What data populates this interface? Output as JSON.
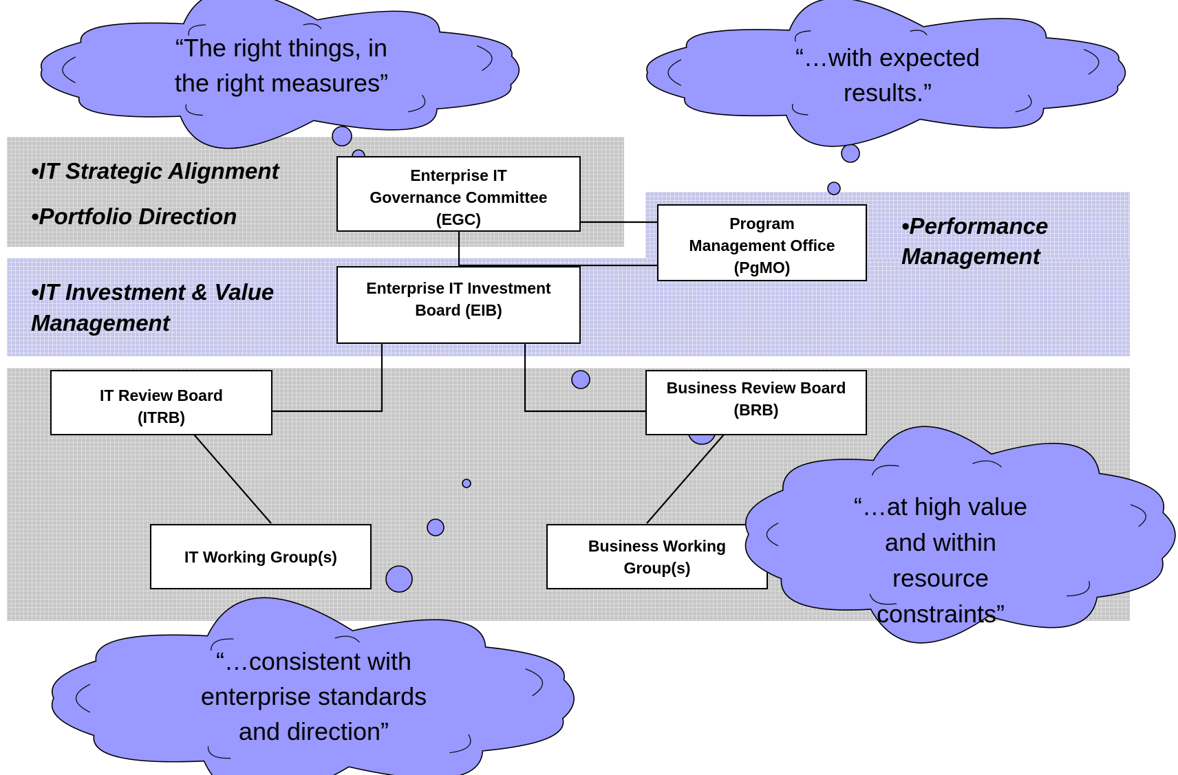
{
  "bands": {
    "strategic": {
      "line1": "•IT Strategic Alignment",
      "line2": "•Portfolio Direction"
    },
    "investment": {
      "line1": "•IT Investment  & Value",
      "line2": "Management"
    },
    "performance": {
      "line1": "•Performance",
      "line2": "Management"
    }
  },
  "nodes": {
    "egc": [
      "Enterprise IT",
      "Governance Committee",
      "(EGC)"
    ],
    "pgmo": [
      "Program",
      "Management Office",
      "(PgMO)"
    ],
    "eib": [
      "Enterprise IT Investment",
      "Board (EIB)"
    ],
    "itrb": [
      "IT Review Board",
      "(ITRB)"
    ],
    "brb": [
      "Business Review Board",
      "(BRB)"
    ],
    "itwg": [
      "IT Working Group(s)"
    ],
    "bwg": [
      "Business Working",
      "Group(s)"
    ]
  },
  "clouds": {
    "right_things": [
      "“The right things, in",
      "the right measures”"
    ],
    "expected_results": [
      "“…with expected",
      "results.”"
    ],
    "high_value": [
      "“…at high value",
      "and within",
      "resource",
      "constraints”"
    ],
    "consistent": [
      "“…consistent with",
      "enterprise standards",
      "and direction”"
    ]
  },
  "colors": {
    "cloud_fill": "#9999ff",
    "band_gray": "#c7c7c7",
    "band_purple": "#c6c6ec",
    "box_fill": "#ffffff"
  }
}
